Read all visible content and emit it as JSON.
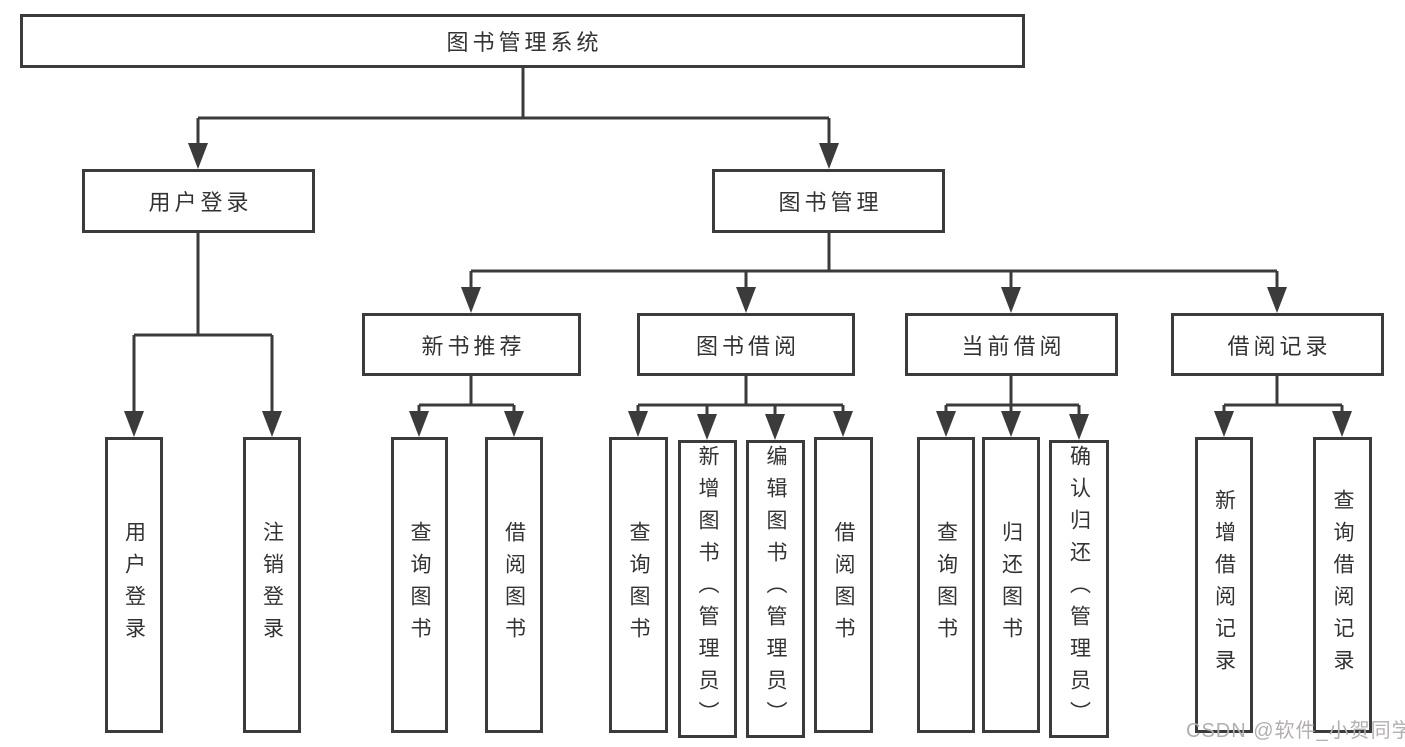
{
  "diagram": {
    "root": {
      "label": "图书管理系统",
      "children": [
        {
          "label": "用户登录",
          "children": [
            {
              "label": "用户登录"
            },
            {
              "label": "注销登录"
            }
          ]
        },
        {
          "label": "图书管理",
          "children": [
            {
              "label": "新书推荐",
              "children": [
                {
                  "label": "查询图书"
                },
                {
                  "label": "借阅图书"
                }
              ]
            },
            {
              "label": "图书借阅",
              "children": [
                {
                  "label": "查询图书"
                },
                {
                  "label": "新增图书（管理员）"
                },
                {
                  "label": "编辑图书（管理员）"
                },
                {
                  "label": "借阅图书"
                }
              ]
            },
            {
              "label": "当前借阅",
              "children": [
                {
                  "label": "查询图书"
                },
                {
                  "label": "归还图书"
                },
                {
                  "label": "确认归还（管理员）"
                }
              ]
            },
            {
              "label": "借阅记录",
              "children": [
                {
                  "label": "新增借阅记录"
                },
                {
                  "label": "查询借阅记录"
                }
              ]
            }
          ]
        }
      ]
    },
    "watermark": "CSDN @软件_小贺同学",
    "colors": {
      "line": "#3b3b3b",
      "text": "#333333",
      "background": "#ffffff",
      "watermark": "#b3afb1"
    }
  }
}
